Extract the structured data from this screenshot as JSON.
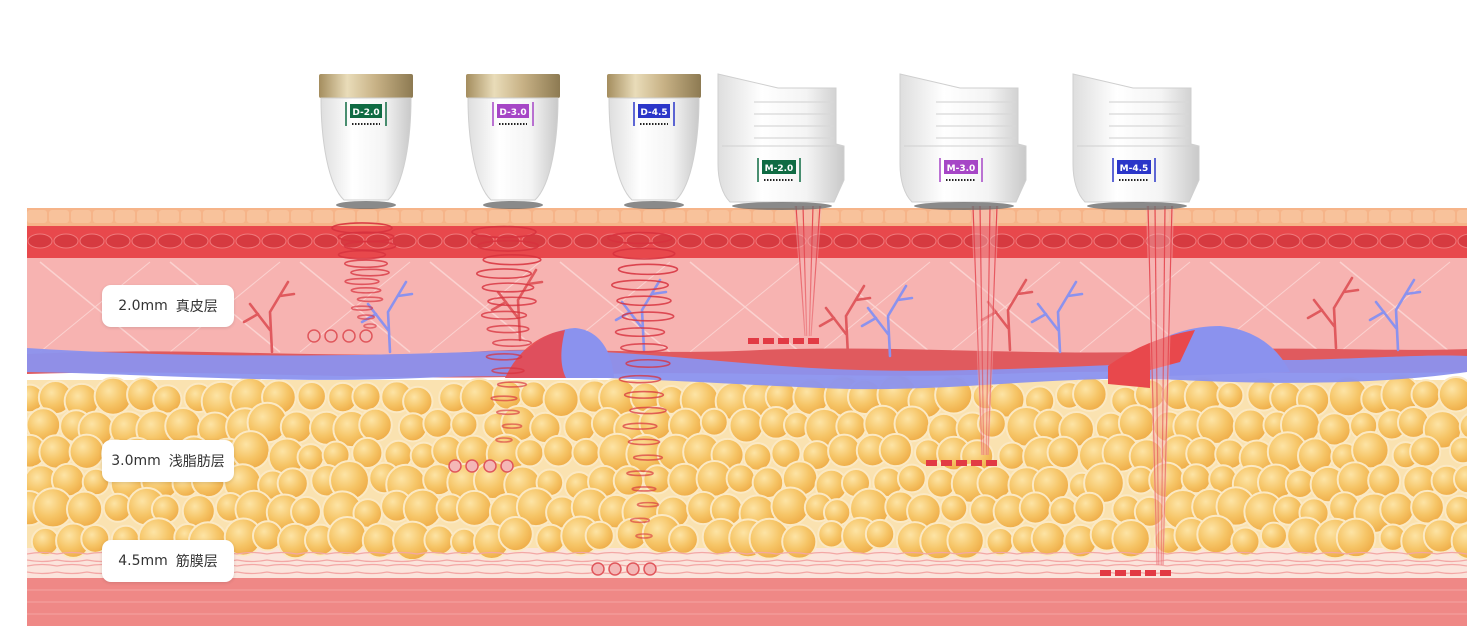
{
  "transducers": {
    "dot": [
      {
        "code": "D-2.0",
        "color": "#0f6b43"
      },
      {
        "code": "D-3.0",
        "color": "#a646c6"
      },
      {
        "code": "D-4.5",
        "color": "#2b36c9"
      }
    ],
    "macro": [
      {
        "code": "M-2.0",
        "color": "#0f6b43"
      },
      {
        "code": "M-3.0",
        "color": "#a646c6"
      },
      {
        "code": "M-4.5",
        "color": "#2b36c9"
      }
    ]
  },
  "layers": [
    {
      "depth": "2.0mm",
      "name": "真皮层"
    },
    {
      "depth": "3.0mm",
      "name": "浅脂肪层"
    },
    {
      "depth": "4.5mm",
      "name": "筋膜层"
    }
  ],
  "colors": {
    "epidermis": "#f6b489",
    "dermis": "#f7b3b1",
    "dermis_top": "#e8484c",
    "vein": "#8b92ee",
    "artery": "#e05a5e",
    "fat_bg": "#fae2b0",
    "fat_cell": "#f6c567",
    "fascia": "#fbe4dc",
    "muscle": "#ef8886",
    "focus": "#e23a44",
    "cap_gold": "#c7b48a"
  }
}
